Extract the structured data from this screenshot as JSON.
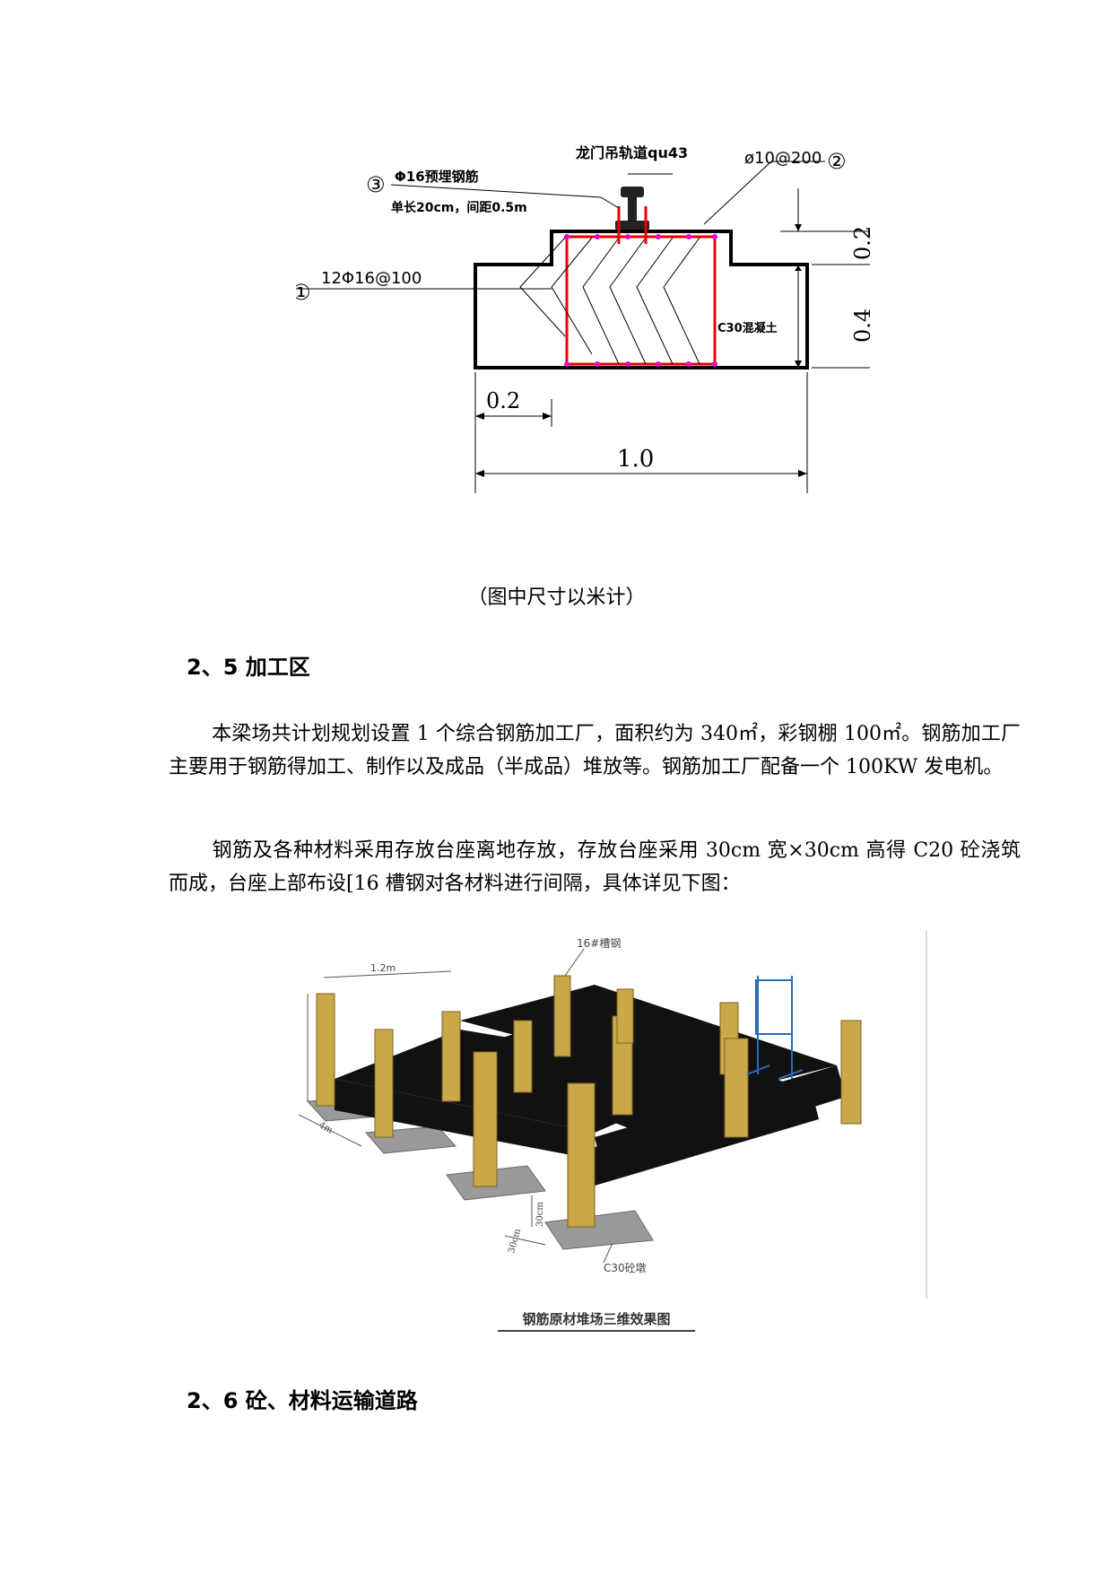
{
  "figure1": {
    "rail_label": "龙门吊轨道qu43",
    "rebar3_label": "Φ16预埋钢筋",
    "rebar3_note": "单长20cm，间距0.5m",
    "stirrup_label": "ø10@200",
    "main_rebar_label": "12Φ16@100",
    "concrete_label": "C30混凝土",
    "mark1": "①",
    "mark2": "②",
    "mark3": "③",
    "dim_top": "0.2",
    "dim_base": "0.4",
    "dim_left": "0.2",
    "dim_width": "1.0"
  },
  "caption1": "（图中尺寸以米计）",
  "heading_25": "2、5  加工区",
  "para1": "本梁场共计划规划设置 1 个综合钢筋加工厂，面积约为 340㎡，彩钢棚 100㎡。钢筋加工厂主要用于钢筋得加工、制作以及成品（半成品）堆放等。钢筋加工厂配备一个 100KW 发电机。",
  "para2": "钢筋及各种材料采用存放台座离地存放，存放台座采用 30cm 宽×30cm 高得 C20 砼浇筑而成，台座上部布设[16 槽钢对各材料进行间隔，具体详见下图：",
  "figure2": {
    "channel_label": "16#槽钢",
    "spacing_label": "1.2m",
    "length_label": "4m",
    "height_label": "30cm",
    "width_label": "30cm",
    "base_label": "C30砼墩"
  },
  "caption2": "钢筋原材堆场三维效果图",
  "heading_26": "2、6 砼、材料运输道路"
}
